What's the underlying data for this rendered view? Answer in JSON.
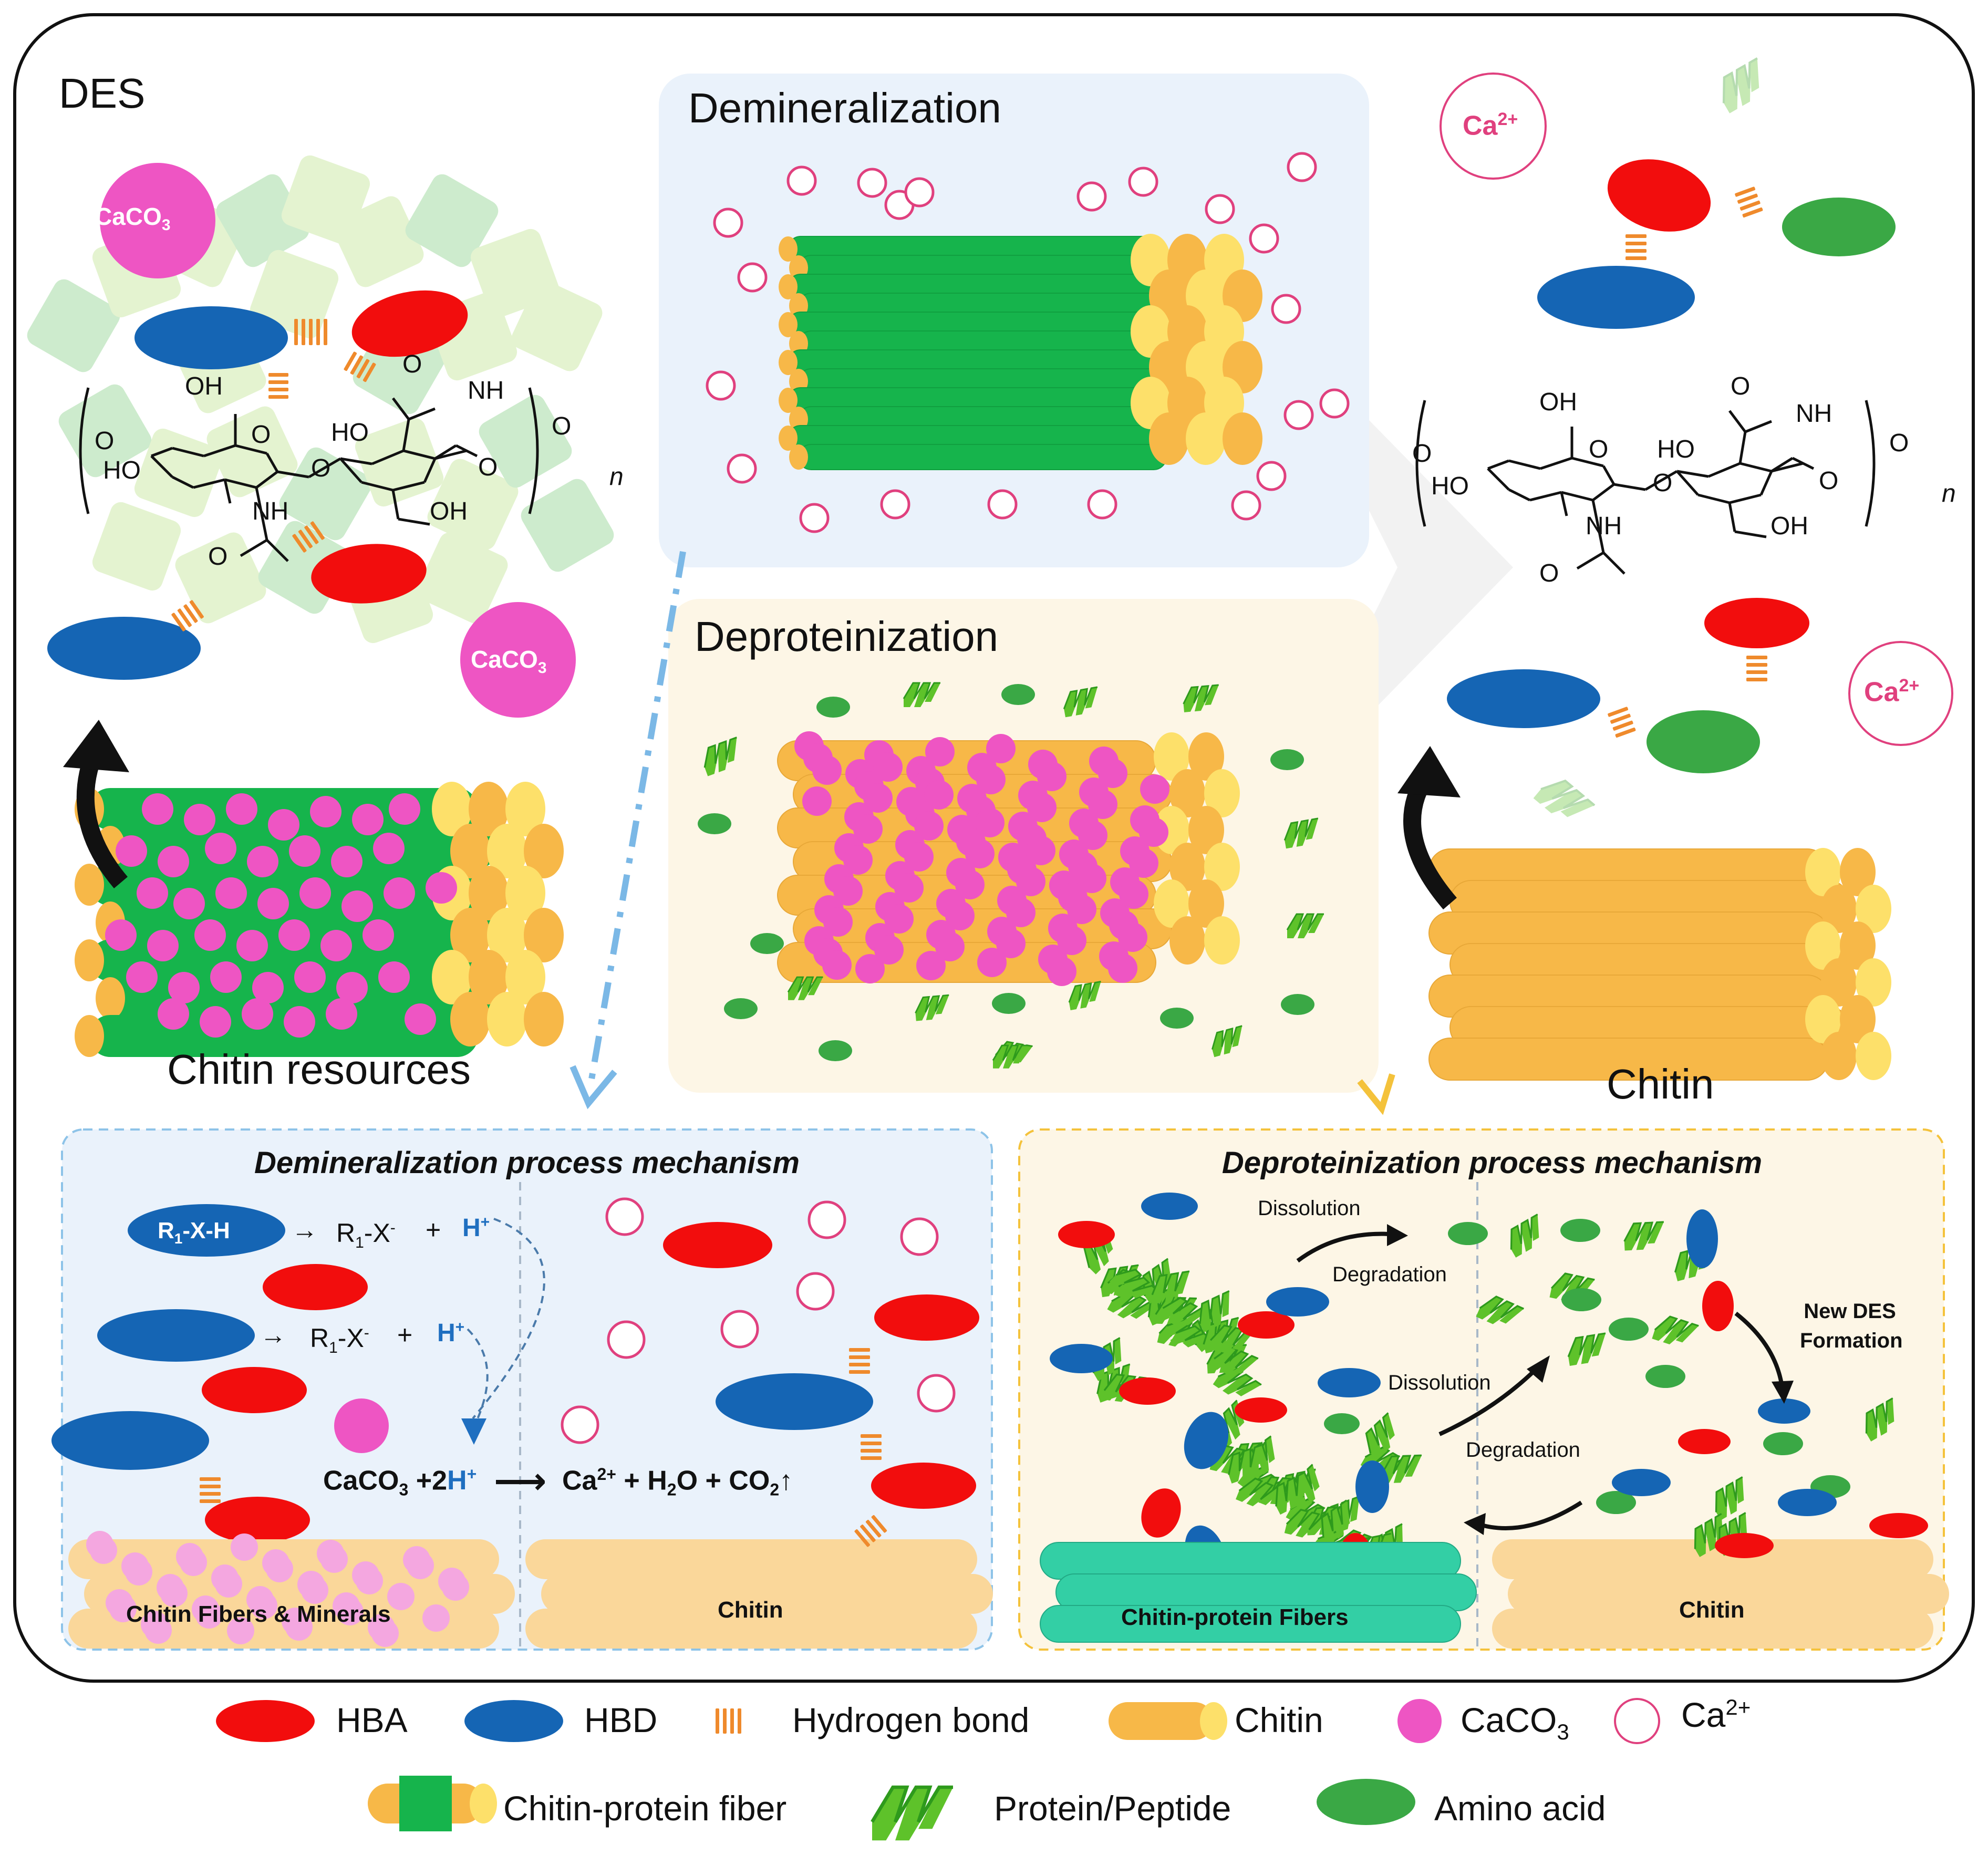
{
  "labels": {
    "des": "DES",
    "demineralization": "Demineralization",
    "deproteinization": "Deproteinization",
    "chitin_resources": "Chitin resources",
    "chitin": "Chitin",
    "caco3": "CaCO3",
    "ca2plus": "Ca2+"
  },
  "structure": {
    "oh": "OH",
    "ho": "HO",
    "nh": "NH",
    "o": "O",
    "n": "n"
  },
  "demin_panel": {
    "title": "Demineralization process mechanism",
    "r1xh": "R1-X-H",
    "arrow": "→",
    "r1x": "R1-X-",
    "plus": "+",
    "hplus": "H+",
    "equation_left": "CaCO3 +2H+",
    "equation_right": "Ca2+ + H2O + CO2↑",
    "fibers_label": "Chitin Fibers & Minerals",
    "chitin_label": "Chitin",
    "ca_small": "Ca2+"
  },
  "deprot_panel": {
    "title": "Deproteinization process mechanism",
    "dissolution": "Dissolution",
    "degradation": "Degradation",
    "new_des": "New DES Formation",
    "fibers_label": "Chitin-protein Fibers",
    "chitin_label": "Chitin"
  },
  "legend": {
    "hba": "HBA",
    "hbd": "HBD",
    "hbond": "Hydrogen bond",
    "chitin": "Chitin",
    "caco3": "CaCO3",
    "ca2": "Ca2+",
    "chitin_protein_fiber": "Chitin-protein fiber",
    "protein_peptide": "Protein/Peptide",
    "amino_acid": "Amino acid"
  },
  "colors": {
    "hba": "#f20d0d",
    "hbd": "#1565b4",
    "hbond": "#ef8a2c",
    "chitin": "#f7b848",
    "chitin_light": "#fde06a",
    "caco3": "#ee55c3",
    "ca2": "#e0407e",
    "fiber_green": "#16b44c",
    "amino": "#3aa845",
    "peptide": "#5ec22a",
    "demin_bg": "#eaf2fb",
    "deprot_bg": "#fdf6e6",
    "arrow_blue": "#7bb8e6",
    "arrow_yellow": "#f4c23b"
  }
}
